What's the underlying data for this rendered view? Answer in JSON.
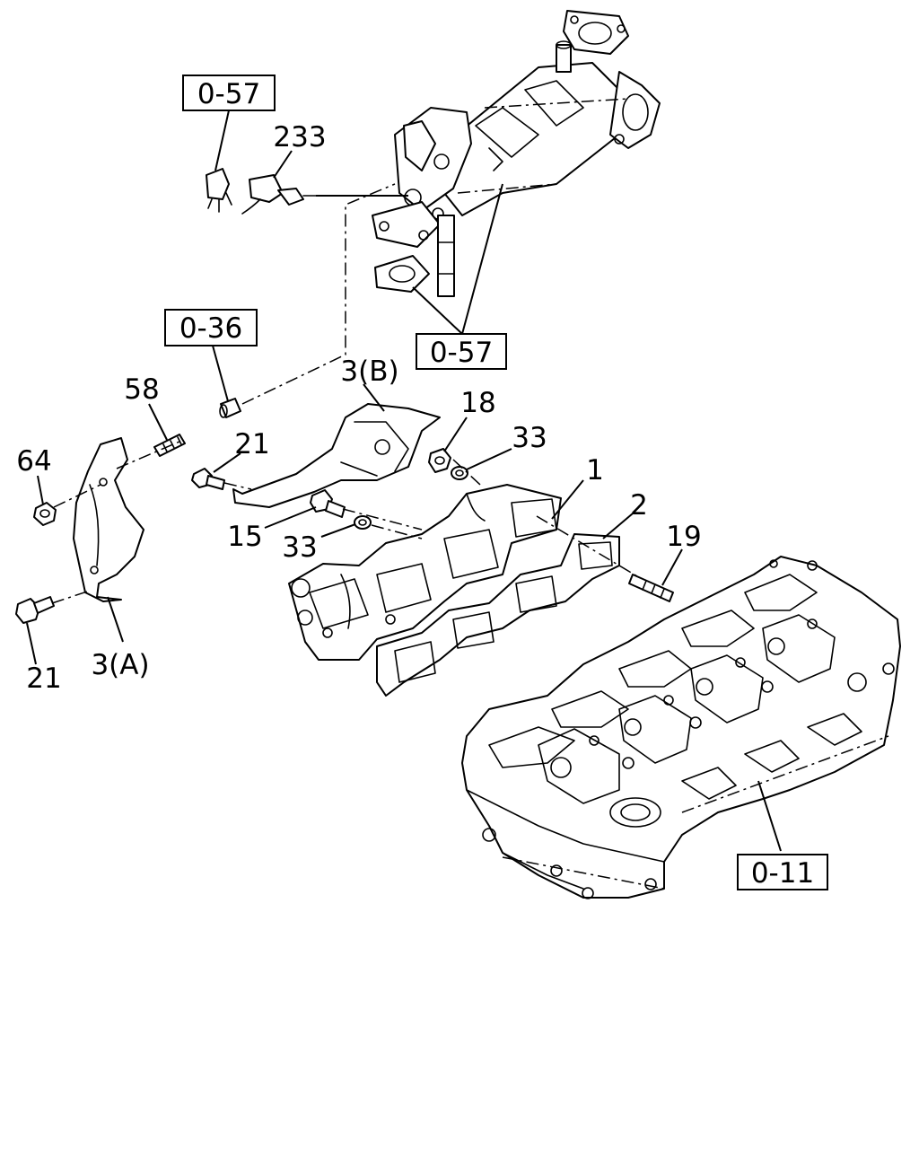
{
  "references": {
    "egr_cooler_top": "0-57",
    "egr_cooler_bottom": "0-57",
    "turbo": "0-36",
    "cylinder_head": "0-11"
  },
  "callouts": {
    "sensor": "233",
    "stud_upper": "58",
    "nut_left": "64",
    "bolt_upper": "21",
    "bolt_lower": "21",
    "heat_shield_upper": "3(B)",
    "heat_shield_lower": "3(A)",
    "nut_right": "18",
    "gasket_upper": "33",
    "gasket_lower": "33",
    "bolt_mid": "15",
    "manifold": "1",
    "manifold_gasket": "2",
    "stud_right": "19"
  }
}
